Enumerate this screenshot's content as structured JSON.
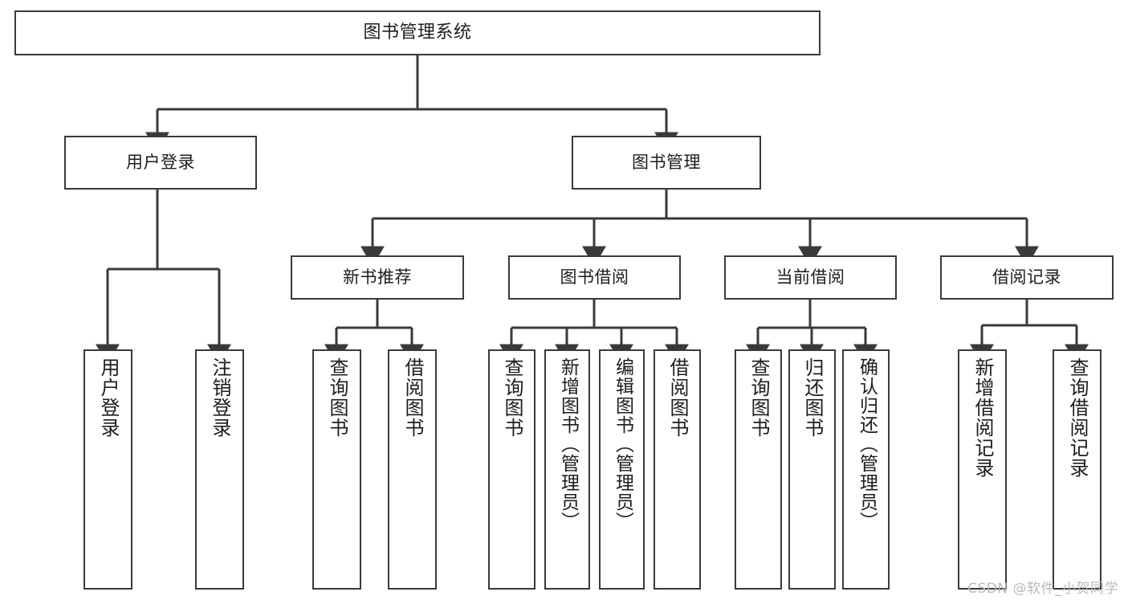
{
  "diagram": {
    "type": "tree",
    "title": "图书管理系统",
    "orientation": "top-down",
    "line_color": "#3a3a3a",
    "box_fill": "#ffffff",
    "text_color": "#1d1d1d",
    "root": {
      "id": "root",
      "label": "图书管理系统"
    },
    "level2": [
      {
        "id": "user-login",
        "label": "用户登录"
      },
      {
        "id": "book-manage",
        "label": "图书管理"
      }
    ],
    "level3": [
      {
        "id": "new-book-rec",
        "label": "新书推荐",
        "parent": "book-manage"
      },
      {
        "id": "book-borrow",
        "label": "图书借阅",
        "parent": "book-manage"
      },
      {
        "id": "current-borrow",
        "label": "当前借阅",
        "parent": "book-manage"
      },
      {
        "id": "borrow-record",
        "label": "借阅记录",
        "parent": "book-manage"
      }
    ],
    "leaves": {
      "user-login": [
        {
          "id": "leaf-user-login",
          "label": "用户登录"
        },
        {
          "id": "leaf-user-logout",
          "label": "注销登录"
        }
      ],
      "new-book-rec": [
        {
          "id": "leaf-query-book-1",
          "label": "查询图书"
        },
        {
          "id": "leaf-borrow-book-1",
          "label": "借阅图书"
        }
      ],
      "book-borrow": [
        {
          "id": "leaf-query-book-2",
          "label": "查询图书"
        },
        {
          "id": "leaf-add-book",
          "label": "新增图书（管理员）"
        },
        {
          "id": "leaf-edit-book",
          "label": "编辑图书（管理员）"
        },
        {
          "id": "leaf-borrow-book-2",
          "label": "借阅图书"
        }
      ],
      "current-borrow": [
        {
          "id": "leaf-query-book-3",
          "label": "查询图书"
        },
        {
          "id": "leaf-return-book",
          "label": "归还图书"
        },
        {
          "id": "leaf-confirm-return",
          "label": "确认归还（管理员）"
        }
      ],
      "borrow-record": [
        {
          "id": "leaf-add-record",
          "label": "新增借阅记录"
        },
        {
          "id": "leaf-query-record",
          "label": "查询借阅记录"
        }
      ]
    }
  },
  "watermark": {
    "text": "CSDN @软件_小贺同学"
  }
}
